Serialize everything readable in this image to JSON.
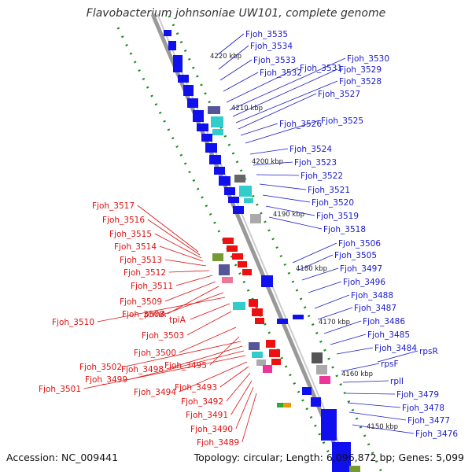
{
  "title": "Flavobacterium johnsoniae UW101, complete genome",
  "footer": {
    "accession": "Accession: NC_009441",
    "topology": "Topology: circular; Length: 6,096,872 bp; Genes: 5,099"
  },
  "colors": {
    "forward_label": "#1a1acc",
    "reverse_label": "#dd1111",
    "forward_gene": "#1010ee",
    "reverse_gene": "#ee1010",
    "backbone": "#999999",
    "ruler": "#1a8a1a"
  },
  "kbp_ticks": [
    "4220 kbp",
    "4210 kbp",
    "4200 kbp",
    "4190 kbp",
    "4180 kbp",
    "4170 kbp",
    "4160 kbp",
    "4150 kbp"
  ],
  "forward_labels": [
    "Fjoh_3535",
    "Fjoh_3534",
    "Fjoh_3533",
    "Fjoh_3532",
    "Fjoh_3531",
    "Fjoh_3530",
    "Fjoh_3529",
    "Fjoh_3528",
    "Fjoh_3527",
    "Fjoh_3526",
    "Fjoh_3525",
    "Fjoh_3524",
    "Fjoh_3523",
    "Fjoh_3522",
    "Fjoh_3521",
    "Fjoh_3520",
    "Fjoh_3519",
    "Fjoh_3518",
    "Fjoh_3506",
    "Fjoh_3505",
    "Fjoh_3497",
    "Fjoh_3496",
    "Fjoh_3488",
    "Fjoh_3487",
    "Fjoh_3486",
    "Fjoh_3485",
    "Fjoh_3484",
    "rpsR",
    "rpsF",
    "rplI",
    "Fjoh_3479",
    "Fjoh_3478",
    "Fjoh_3477",
    "Fjoh_3476"
  ],
  "reverse_labels": [
    "Fjoh_3517",
    "Fjoh_3516",
    "Fjoh_3515",
    "Fjoh_3514",
    "Fjoh_3513",
    "Fjoh_3512",
    "Fjoh_3511",
    "Fjoh_3509",
    "Fjoh_3508",
    "prmA",
    "Fjoh_3510",
    "tpiA",
    "Fjoh_3503",
    "Fjoh_3500",
    "Fjoh_3495",
    "Fjoh_3502",
    "Fjoh_3498",
    "Fjoh_3499",
    "Fjoh_3501",
    "Fjoh_3494",
    "Fjoh_3493",
    "Fjoh_3492",
    "Fjoh_3491",
    "Fjoh_3490",
    "Fjoh_3489"
  ]
}
